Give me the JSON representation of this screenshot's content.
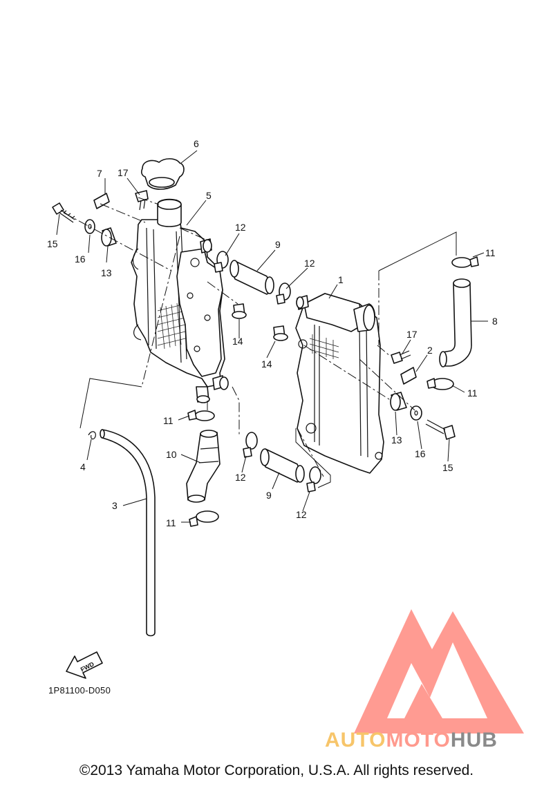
{
  "diagram": {
    "callouts": [
      "1",
      "2",
      "3",
      "4",
      "5",
      "6",
      "7",
      "8",
      "9",
      "9",
      "10",
      "11",
      "11",
      "11",
      "11",
      "12",
      "12",
      "12",
      "12",
      "13",
      "13",
      "14",
      "14",
      "15",
      "15",
      "16",
      "16",
      "17",
      "17"
    ],
    "fwd_label": "FWD",
    "drawing_code": "1P81100-D050",
    "copyright": "©2013 Yamaha Motor Corporation, U.S.A. All rights reserved.",
    "watermark": {
      "auto": "AUTO",
      "moto": "MOTO",
      "hub": "HUB",
      "colors": {
        "triangle": "#ff8a80",
        "auto": "#f7c56a",
        "moto": "#ff9a8e",
        "hub": "#8a8a8a"
      }
    }
  }
}
